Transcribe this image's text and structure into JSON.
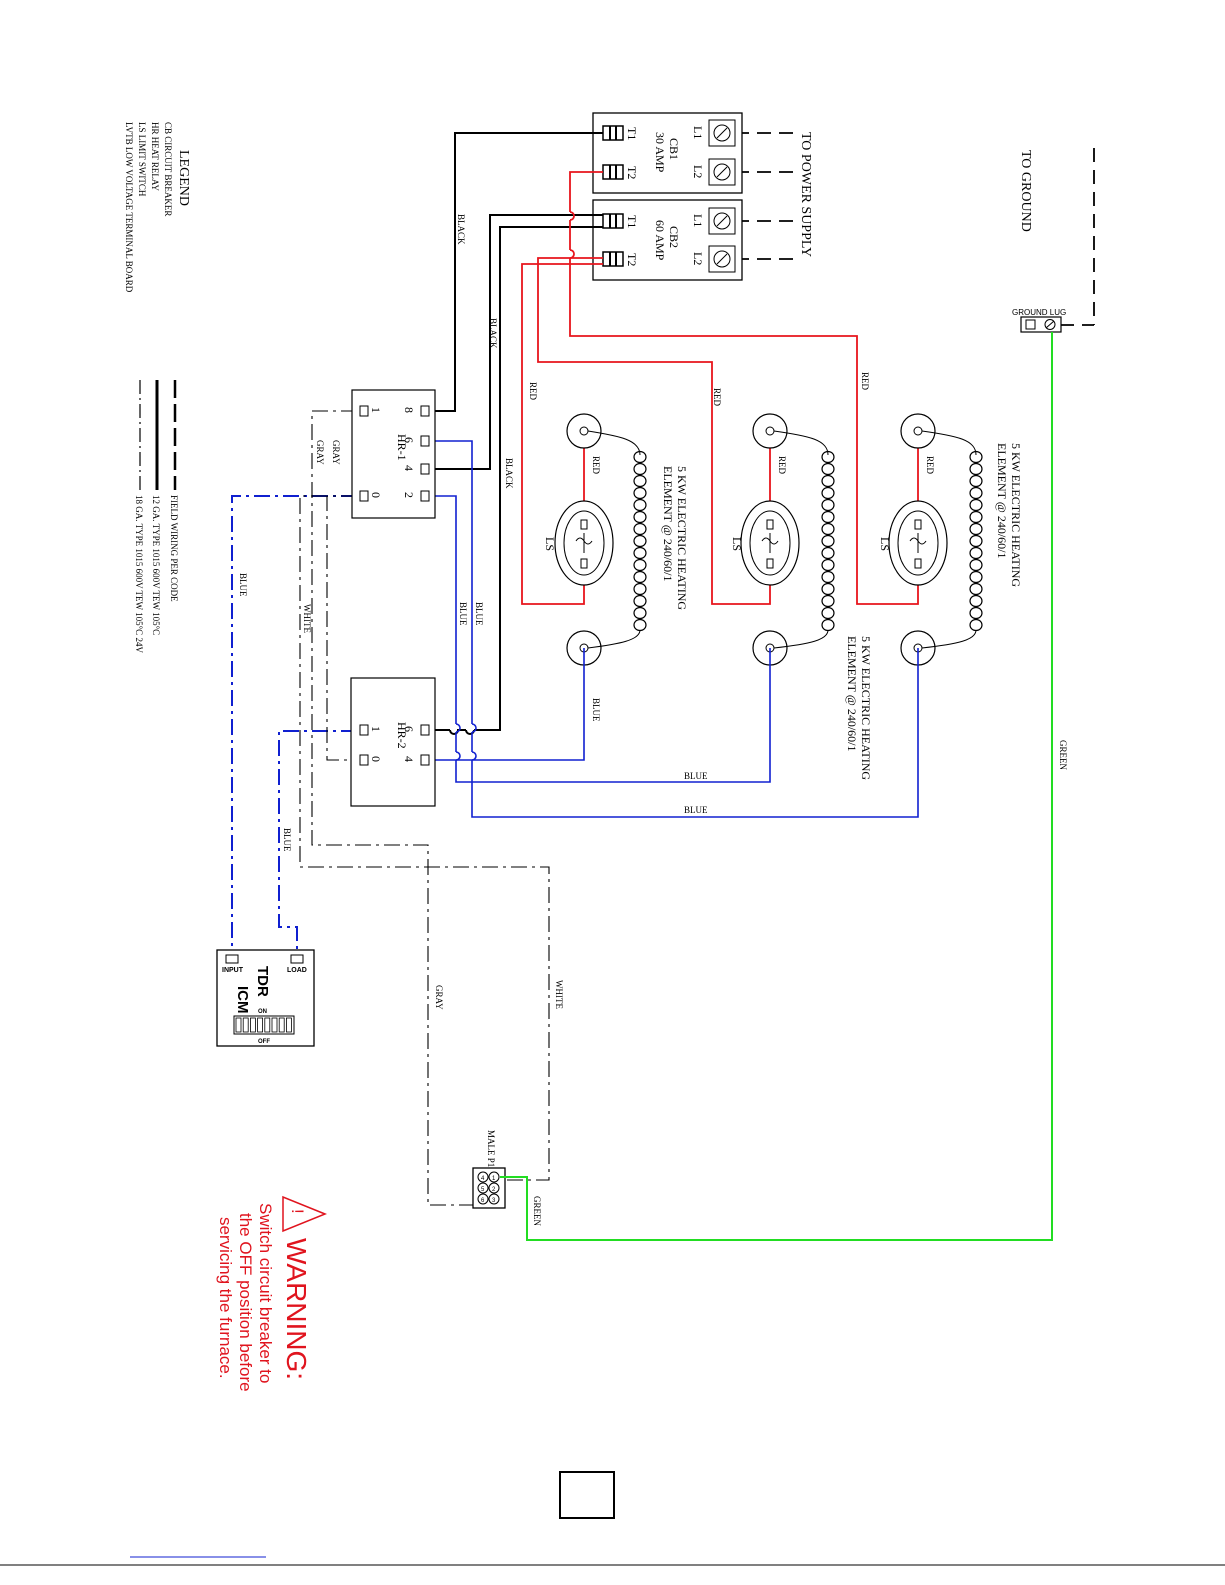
{
  "legend": {
    "title": "LEGEND",
    "items": [
      "CB   CIRCUIT BREAKER",
      "HR   HEAT RELAY",
      "LS   LIMIT SWITCH",
      "LVTB LOW VOLTAGE TERMINAL BOARD"
    ]
  },
  "line_key": [
    "FIELD WIRING PER CODE",
    "12 GA. TYPE 1015 600V TEW 105°C",
    "18 GA. TYPE 1015 600V TEW 105°C  24V"
  ],
  "supply": {
    "power": "TO POWER SUPPLY",
    "ground": "TO GROUND",
    "ground_lug": "GROUND LUG"
  },
  "breakers": [
    {
      "name": "CB1",
      "rating": "30 AMP",
      "l1": "L1",
      "l2": "L2",
      "t1": "T1",
      "t2": "T2"
    },
    {
      "name": "CB2",
      "rating": "60 AMP",
      "l1": "L1",
      "l2": "L2",
      "t1": "T1",
      "t2": "T2"
    }
  ],
  "relays": [
    {
      "name": "HR-1",
      "pins": [
        "8",
        "6",
        "4",
        "2",
        "1",
        "0"
      ]
    },
    {
      "name": "HR-2",
      "pins": [
        "6",
        "4",
        "1",
        "0"
      ]
    }
  ],
  "elements": [
    {
      "line1": "5 KW ELECTRIC HEATING",
      "line2": "ELEMENT @ 240/60/1"
    },
    {
      "line1": "5 KW ELECTRIC HEATING",
      "line2": "ELEMENT @ 240/60/1"
    },
    {
      "line1": "5 KW ELECTRIC HEATING",
      "line2": "ELEMENT @ 240/60/1"
    }
  ],
  "limit_switch_label": "LS",
  "wire_labels": {
    "black": "BLACK",
    "red": "RED",
    "blue": "BLUE",
    "gray": "GRAY",
    "white": "WHITE",
    "green": "GREEN"
  },
  "tdr": {
    "title": "TDR",
    "brand": "ICM",
    "input": "INPUT",
    "load": "LOAD",
    "on": "ON",
    "off": "OFF"
  },
  "plug": {
    "label": "MALE P1",
    "pins": [
      "1",
      "2",
      "3",
      "4",
      "5",
      "6"
    ]
  },
  "warning": {
    "title": "WARNING:",
    "lines": [
      "Switch circuit breaker to",
      "the OFF position before",
      "servicing the furnace."
    ],
    "symbol": "!"
  },
  "colors": {
    "red": "#e8141c",
    "blue": "#1020d0",
    "green": "#22dd22",
    "black": "#000000"
  }
}
